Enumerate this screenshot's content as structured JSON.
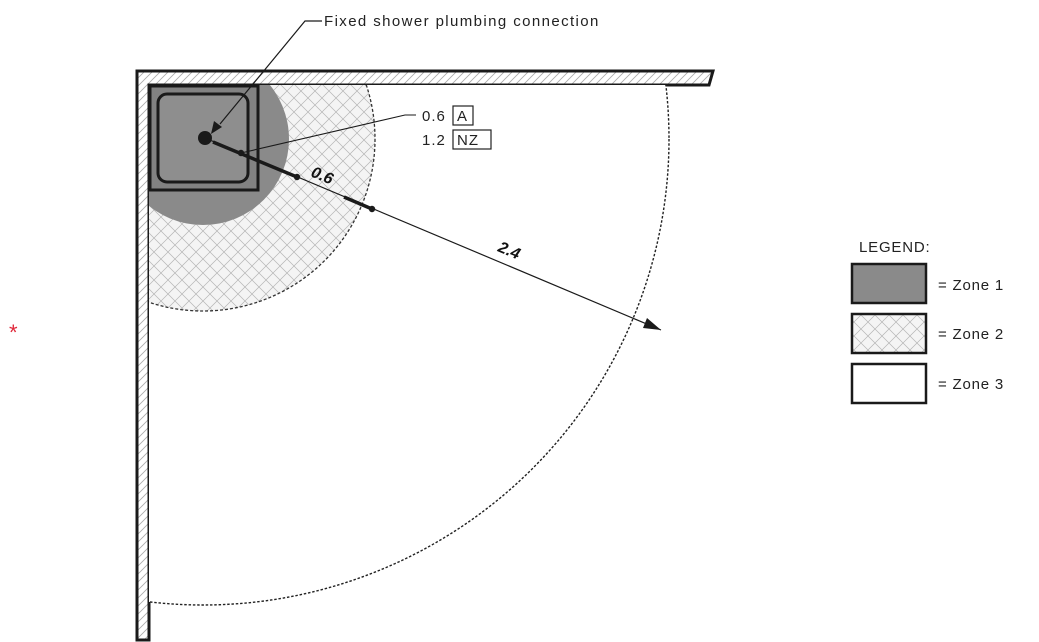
{
  "diagram": {
    "callout_label": "Fixed shower plumbing connection",
    "distance_note_a": {
      "value": "0.6",
      "region": "A"
    },
    "distance_note_nz": {
      "value": "1.2",
      "region": "NZ"
    },
    "inner_radius_label": "0.6",
    "outer_radius_label": "2.4",
    "side_marker": "*"
  },
  "legend": {
    "title": "LEGEND:",
    "items": [
      {
        "label": "= Zone 1",
        "fill": "zone1"
      },
      {
        "label": "= Zone 2",
        "fill": "zone2"
      },
      {
        "label": "= Zone 3",
        "fill": "zone3"
      }
    ]
  },
  "colors": {
    "zone1_fill": "#8a8a8a",
    "zone2_fill": "#f3f3f3",
    "zone3_fill": "#ffffff",
    "line": "#1a1a1a",
    "marker": "#e0283a"
  }
}
